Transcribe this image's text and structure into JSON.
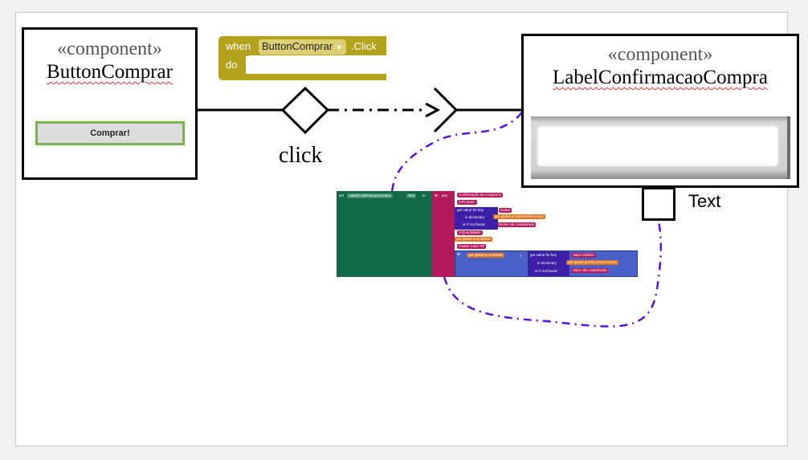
{
  "components": {
    "button": {
      "stereotype": "«component»",
      "name": "ButtonComprar",
      "widget_label": "Comprar!"
    },
    "label": {
      "stereotype": "«component»",
      "name": "LabelConfirmacaoCompra"
    }
  },
  "event_block": {
    "when": "when",
    "component": "ButtonComprar",
    "event": ".Click",
    "do": "do"
  },
  "connector": {
    "trigger_label": "click"
  },
  "port": {
    "label": "Text"
  },
  "code_block": {
    "set": "set",
    "target": "LabelConfirmacaoCompra",
    "property": "Text",
    "to": "to",
    "join": "join",
    "lines": {
      "l1": "Confirmação da compra:\\n",
      "l2": "\\nProduto: ",
      "get_value": "get value for key",
      "nome": "Nome",
      "in_dictionary": "in dictionary",
      "get": "get",
      "global_produto": "global produtoSelecionado",
      "or_not_found": "or if not found",
      "nome_nao": "Nome não cadastrado",
      "qtd": "\\nQuantidade: ",
      "global_qtd": "global quantidade",
      "valor_total": "\\nValor total: R$ ",
      "valor_unitario": "Valor Unitário",
      "valor_nao": "Valor não cadastrado",
      "mult": "×"
    }
  },
  "colors": {
    "event": "#b4a11c",
    "set_block": "#12694a",
    "text_block": "#b3195b",
    "dict_block": "#3b1fa6",
    "math_block": "#4a62c8",
    "var_block": "#e0721c",
    "link": "#5a12e0"
  }
}
